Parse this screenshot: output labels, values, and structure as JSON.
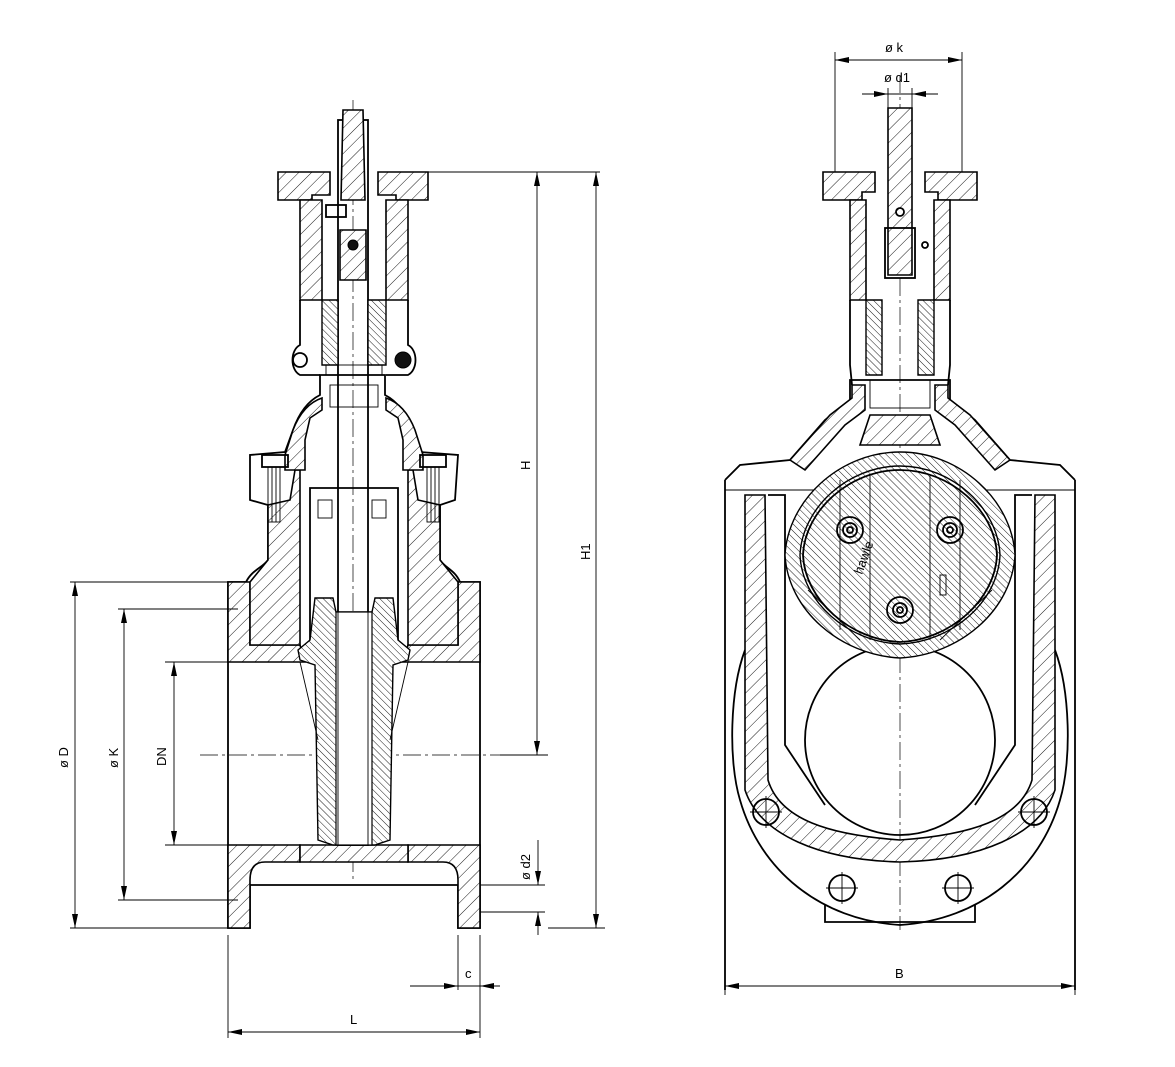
{
  "labels": {
    "od": "ø D",
    "ok_side": "ø K",
    "dn": "DN",
    "od2": "ø d2",
    "c": "c",
    "l": "L",
    "h": "H",
    "h1": "H1",
    "ok_top": "ø k",
    "od1": "ø d1",
    "b": "B"
  },
  "brand_mark": "hawle"
}
